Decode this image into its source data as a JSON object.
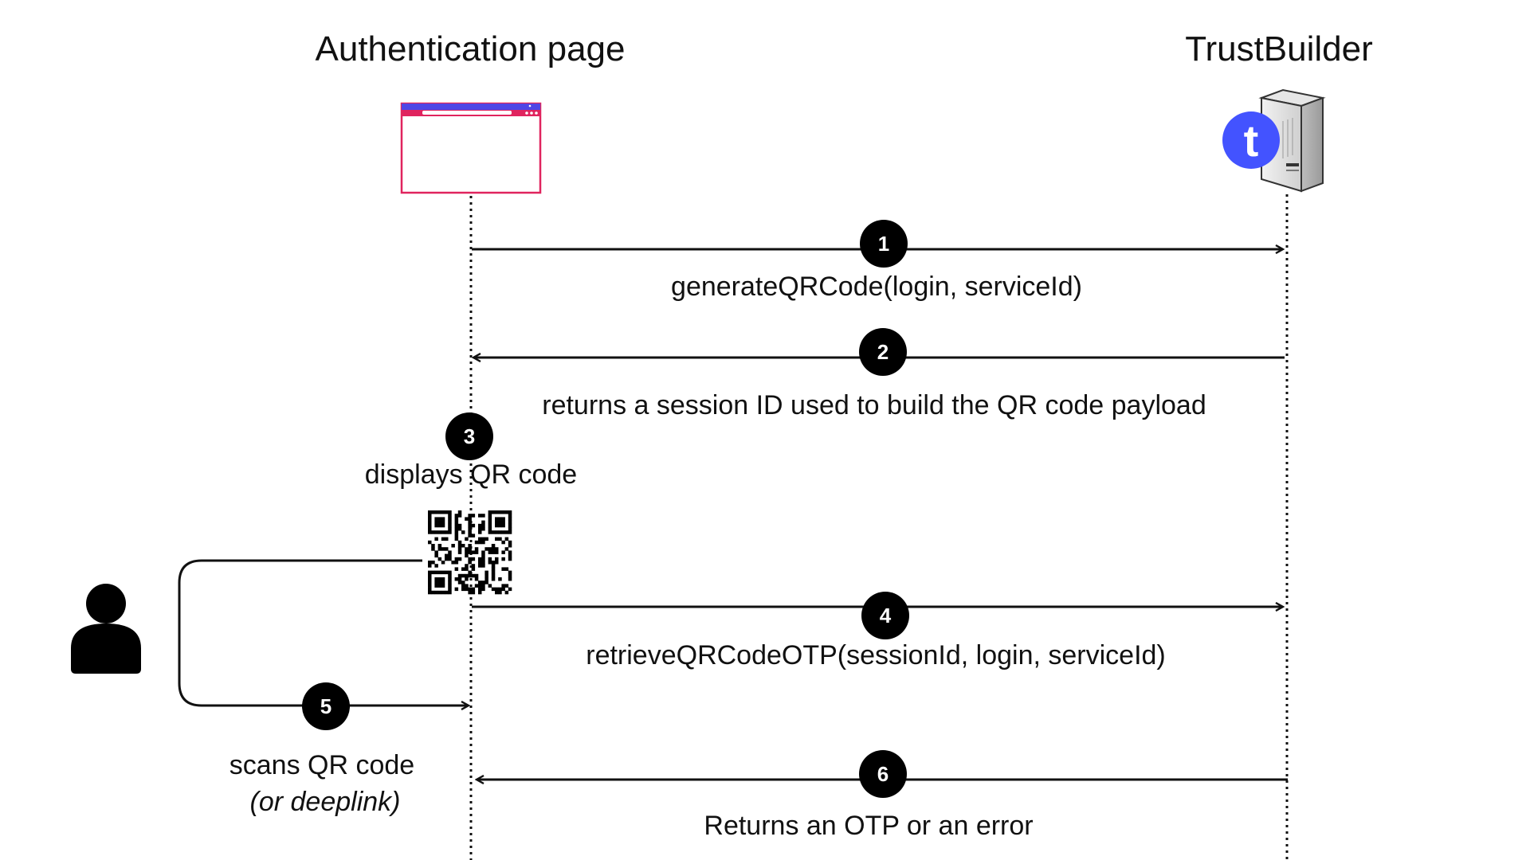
{
  "participants": {
    "left": {
      "title": "Authentication page",
      "icon": "browser-window-icon"
    },
    "right": {
      "title": "TrustBuilder",
      "icon": "server-icon",
      "logo_letter": "t"
    }
  },
  "actor": {
    "icon": "user-person-icon"
  },
  "qr": {
    "icon": "qr-code-icon"
  },
  "steps": [
    {
      "number": "1",
      "label": "generateQRCode(login, serviceId)",
      "direction": "to-right"
    },
    {
      "number": "2",
      "label": "returns a session ID used to build the QR code payload",
      "direction": "to-left"
    },
    {
      "number": "3",
      "label": "displays QR code",
      "direction": "self"
    },
    {
      "number": "4",
      "label": "retrieveQRCodeOTP(sessionId, login, serviceId)",
      "direction": "to-right"
    },
    {
      "number": "5",
      "label": "scans QR code",
      "sublabel": "(or deeplink)",
      "direction": "user-to-left"
    },
    {
      "number": "6",
      "label": "Returns an OTP or an error",
      "direction": "to-left"
    }
  ],
  "colors": {
    "browser_border": "#e0245e",
    "browser_bar": "#4f46e5",
    "logo_blue": "#4353ff",
    "line": "#111111",
    "badge": "#000000"
  }
}
